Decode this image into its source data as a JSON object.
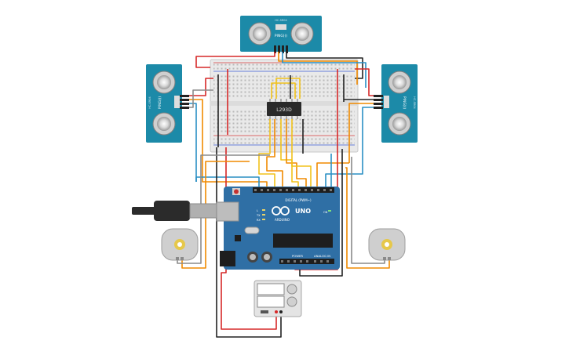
{
  "sensors": {
    "top": {
      "model": "PING)))",
      "tag": "HC-SR04"
    },
    "left": {
      "model": "PING)))",
      "tag": "HC-SR04"
    },
    "right": {
      "model": "PING)))",
      "tag": "HC-SR04"
    }
  },
  "ic": {
    "label": "L293D"
  },
  "arduino": {
    "brand": "ARDUINO",
    "model": "UNO",
    "digital_label": "DIGITAL (PWM~)",
    "power_label": "POWER",
    "analog_label": "ANALOG IN",
    "on_label": "ON",
    "tx_label": "TX",
    "rx_label": "RX",
    "l_label": "L"
  },
  "colors": {
    "board": "#2f6fa5",
    "sensor": "#1c8aa8",
    "wire_red": "#d62828",
    "wire_black": "#222222",
    "wire_orange": "#f08a00",
    "wire_yellow": "#f2c21a",
    "wire_blue": "#2a8fc4",
    "wire_gray": "#8a8a8a"
  }
}
